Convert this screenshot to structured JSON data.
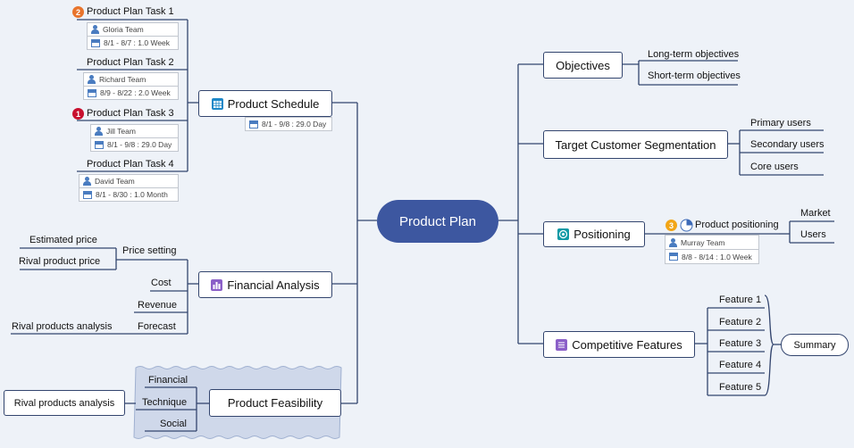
{
  "center": "Product Plan",
  "right": {
    "objectives": {
      "label": "Objectives",
      "children": [
        "Long-term objectives",
        "Short-term objectives"
      ]
    },
    "segmentation": {
      "label": "Target Customer Segmentation",
      "children": [
        "Primary users",
        "Secondary users",
        "Core users"
      ]
    },
    "positioning": {
      "label": "Positioning",
      "task": {
        "badge": "3",
        "label": "Product positioning",
        "team": "Murray Team",
        "dates": "8/8 - 8/14 : 1.0 Week"
      },
      "children": [
        "Market",
        "Users"
      ]
    },
    "competitive": {
      "label": "Competitive Features",
      "children": [
        "Feature 1",
        "Feature 2",
        "Feature 3",
        "Feature 4",
        "Feature 5"
      ],
      "summary": "Summary"
    }
  },
  "left": {
    "schedule": {
      "label": "Product Schedule",
      "dates": "8/1 - 9/8 : 29.0 Day",
      "tasks": [
        {
          "badge": "2",
          "label": "Product  Plan Task 1",
          "team": "Gloria Team",
          "dates": "8/1 - 8/7 : 1.0 Week"
        },
        {
          "badge": "",
          "label": "Product  Plan Task 2",
          "team": "Richard Team",
          "dates": "8/9 - 8/22 : 2.0 Week"
        },
        {
          "badge": "1",
          "label": "Product  Plan Task 3",
          "team": "Jill Team",
          "dates": "8/1 - 9/8 : 29.0 Day"
        },
        {
          "badge": "",
          "label": "Product  Plan Task 4",
          "team": "David Team",
          "dates": "8/1 - 8/30 : 1.0 Month"
        }
      ]
    },
    "financial": {
      "label": "Financial Analysis",
      "price_setting": "Price setting",
      "price_children": [
        "Estimated price",
        "Rival product price"
      ],
      "cost": "Cost",
      "revenue": "Revenue",
      "forecast": "Forecast",
      "forecast_child": "Rival products analysis"
    },
    "feasibility": {
      "label": "Product Feasibility",
      "children": [
        "Financial",
        "Technique",
        "Social"
      ],
      "technique_child": "Rival products analysis"
    }
  },
  "colors": {
    "line": "#33456e",
    "center": "#3d57a0",
    "badge1": "#c8102e",
    "badge2": "#e8742c",
    "badge3": "#f2a516",
    "boundary": "#cfd8ea"
  }
}
